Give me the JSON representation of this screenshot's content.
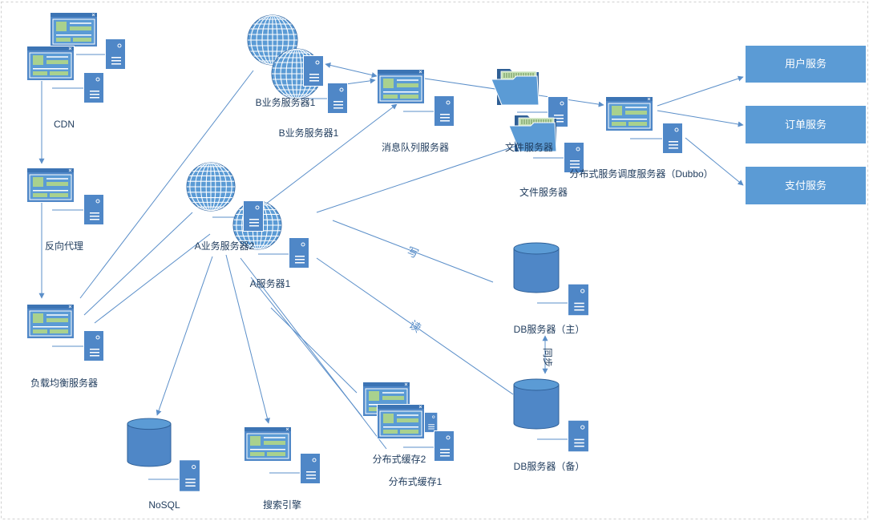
{
  "diagram": {
    "cdn": {
      "label": "CDN"
    },
    "reverse_proxy": {
      "label": "反向代理"
    },
    "load_balancer": {
      "label": "负载均衡服务器"
    },
    "b_server": {
      "label_top": "B业务服务器1",
      "label_bottom": "B业务服务器1"
    },
    "message_queue": {
      "label": "消息队列服务器"
    },
    "file_server": {
      "label_top": "文件服务器",
      "label_bottom": "文件服务器"
    },
    "dubbo": {
      "label": "分布式服务调度服务器（Dubbo）"
    },
    "services": [
      {
        "label": "用户服务"
      },
      {
        "label": "订单服务"
      },
      {
        "label": "支付服务"
      }
    ],
    "a_server": {
      "label_2": "A业务服务器2",
      "label_1": "A服务器1"
    },
    "edges": {
      "write": "写",
      "read": "读",
      "sync": "同步"
    },
    "db_master": {
      "label": "DB服务器（主）"
    },
    "db_backup": {
      "label": "DB服务器（备）"
    },
    "nosql": {
      "label": "NoSQL"
    },
    "search_engine": {
      "label": "搜索引擎"
    },
    "cache": {
      "label_2": "分布式缓存2",
      "label_1": "分布式缓存1"
    }
  },
  "colors": {
    "node_blue": "#5b9bd5",
    "node_dark_blue": "#4f87c7",
    "line_blue": "#5b8fc9",
    "accent_green": "#a9d18e"
  },
  "icons": [
    "window-icon",
    "server-icon",
    "globe-icon",
    "folder-icon",
    "database-icon"
  ]
}
